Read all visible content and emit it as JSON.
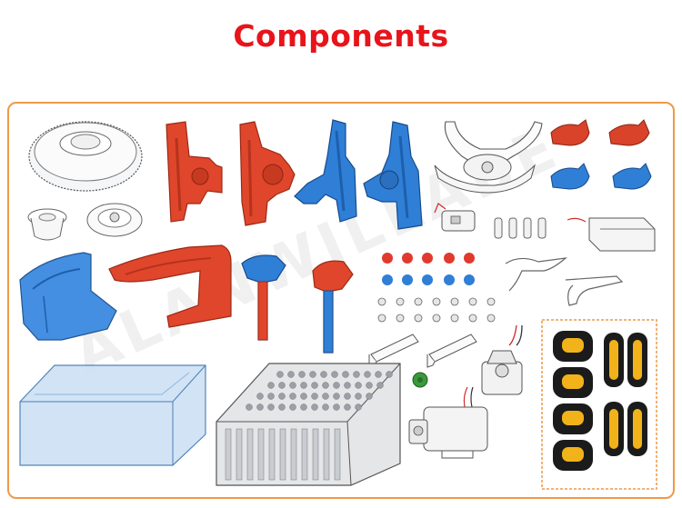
{
  "page": {
    "title": "Components",
    "watermark": "ALANWILLABE"
  },
  "colors": {
    "title": "#e8141b",
    "frame": "#ee9a48",
    "red_part": "#e0462b",
    "blue_part": "#2f7fd6",
    "grey_part": "#e9eaec",
    "tray": "#cfe2f5",
    "led_yellow": "#f2b21a",
    "led_black": "#1b1b1b"
  },
  "parts": [
    "gear-wheel",
    "bushing",
    "spool",
    "red-frame-left",
    "red-frame-right",
    "blue-frame-left",
    "blue-frame-right",
    "claw-body",
    "red-caps",
    "blue-caps",
    "switch-module",
    "white-pegs",
    "battery-box",
    "red-dots",
    "blue-dots",
    "spring-clips",
    "screws",
    "blue-ramp",
    "red-ramp",
    "blue-stand",
    "red-stand",
    "rails",
    "green-gear",
    "motor-block",
    "pegboard",
    "storage-tray",
    "motor",
    "led-eyes"
  ]
}
